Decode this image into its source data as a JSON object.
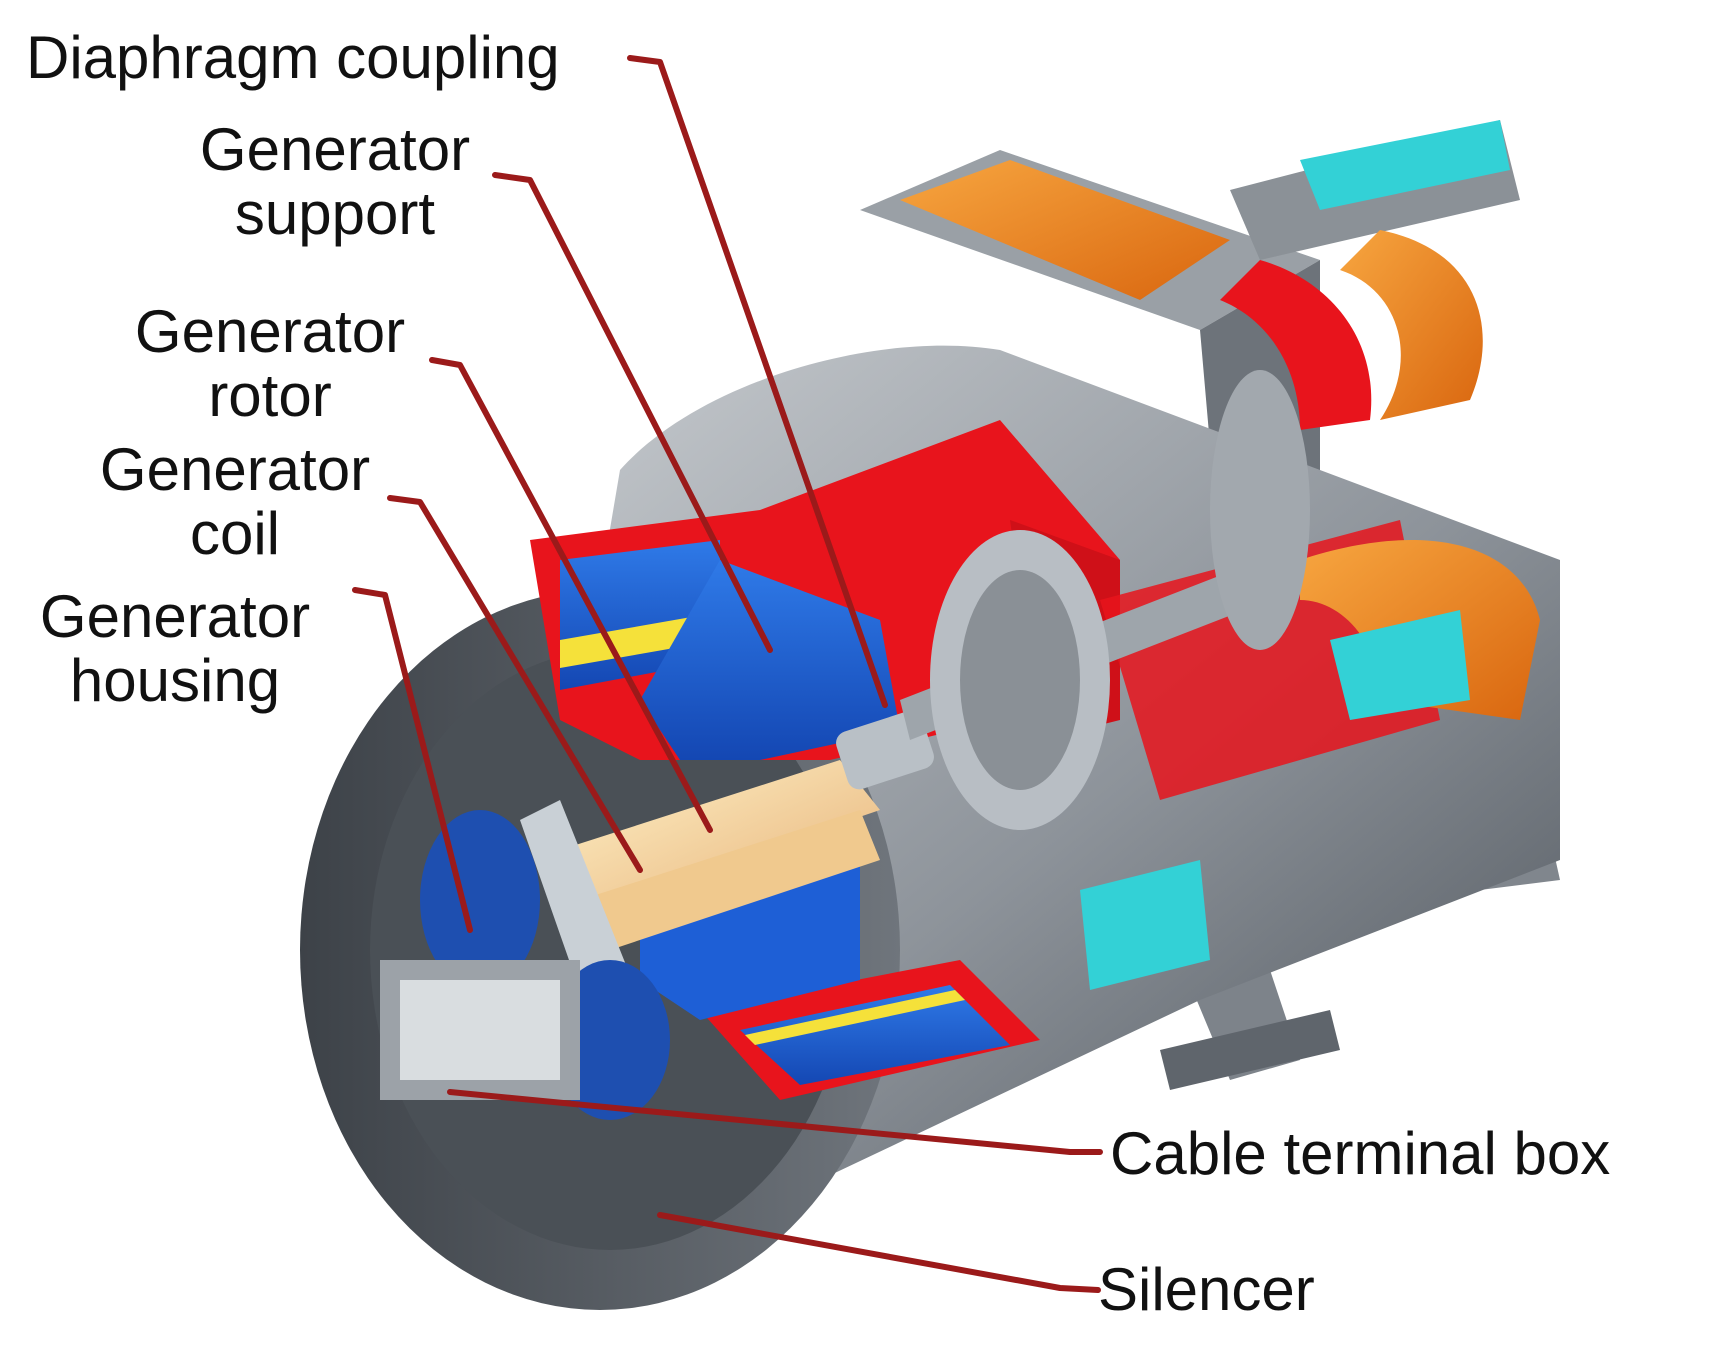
{
  "labels": {
    "diaphragm_coupling": "Diaphragm coupling",
    "generator_support": [
      "Generator",
      "support"
    ],
    "generator_rotor": [
      "Generator",
      "rotor"
    ],
    "generator_coil": [
      "Generator",
      "coil"
    ],
    "generator_housing": [
      "Generator",
      "housing"
    ],
    "cable_terminal_box": "Cable terminal box",
    "silencer": "Silencer"
  },
  "colors": {
    "leader": "#9b1a1a",
    "red_section": "#e8141c",
    "blue_section": "#1e5fd6",
    "orange_section": "#f28a1a",
    "grey_casing": "#8f959c",
    "cyan_edge": "#33d1d6",
    "yellow_band": "#f5e13a"
  }
}
